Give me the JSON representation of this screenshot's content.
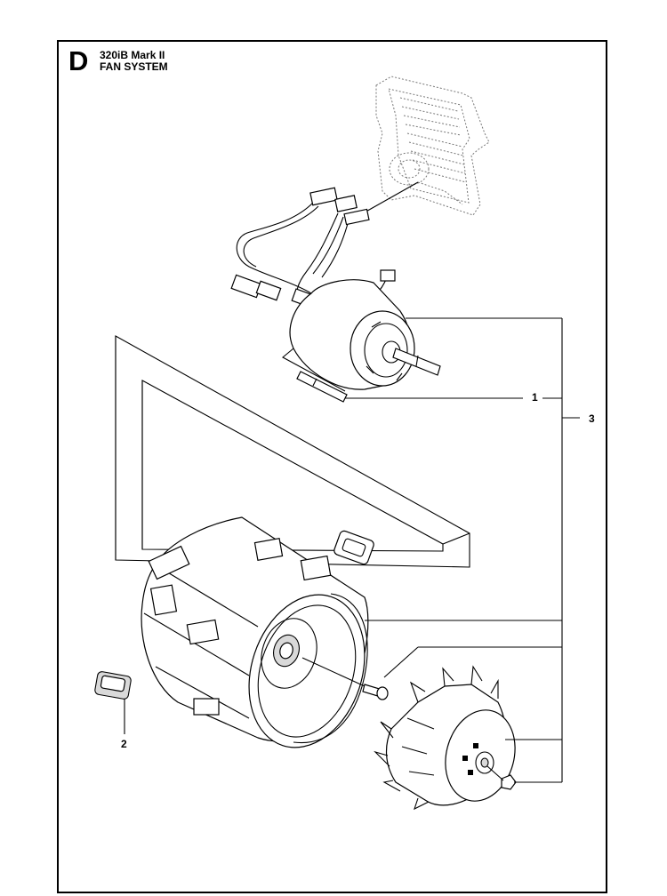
{
  "header": {
    "section_letter": "D",
    "model": "320iB Mark II",
    "subtitle": "FAN SYSTEM"
  },
  "callouts": [
    "1",
    "2",
    "3"
  ],
  "parts": [
    {
      "callout": "1",
      "part": "motor-shaft-pin"
    },
    {
      "callout": "2",
      "part": "rubber-grommet"
    },
    {
      "callout": "3",
      "part": "fan-system-assembly"
    }
  ]
}
